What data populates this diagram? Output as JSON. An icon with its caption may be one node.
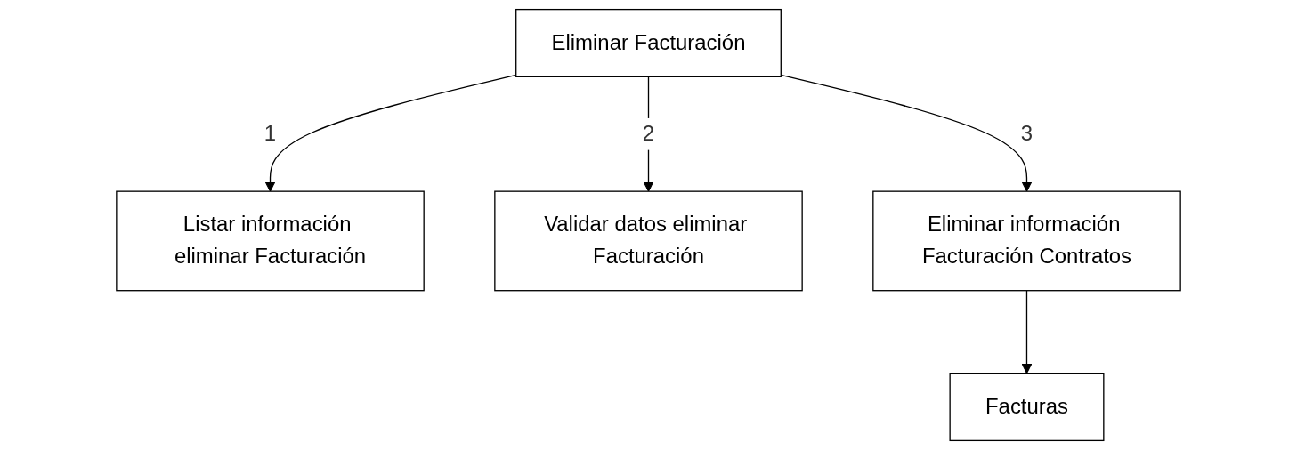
{
  "diagram": {
    "nodes": [
      {
        "text": [
          "Eliminar Facturación"
        ]
      },
      {
        "text": [
          "Listar información eliminar Facturación"
        ]
      },
      {
        "text": [
          "Validar datos eliminar Facturación"
        ]
      },
      {
        "text": [
          "Eliminar información Facturación Contratos"
        ]
      },
      {
        "text": [
          "Facturas"
        ]
      }
    ],
    "edges": [
      {
        "from": 0,
        "to": 1,
        "arrow": "to",
        "label": "1"
      },
      {
        "from": 0,
        "to": 2,
        "arrow": "to",
        "label": "2"
      },
      {
        "from": 0,
        "to": 3,
        "arrow": "to",
        "label": "3"
      },
      {
        "from": 3,
        "to": 4,
        "arrow": "to"
      }
    ]
  }
}
